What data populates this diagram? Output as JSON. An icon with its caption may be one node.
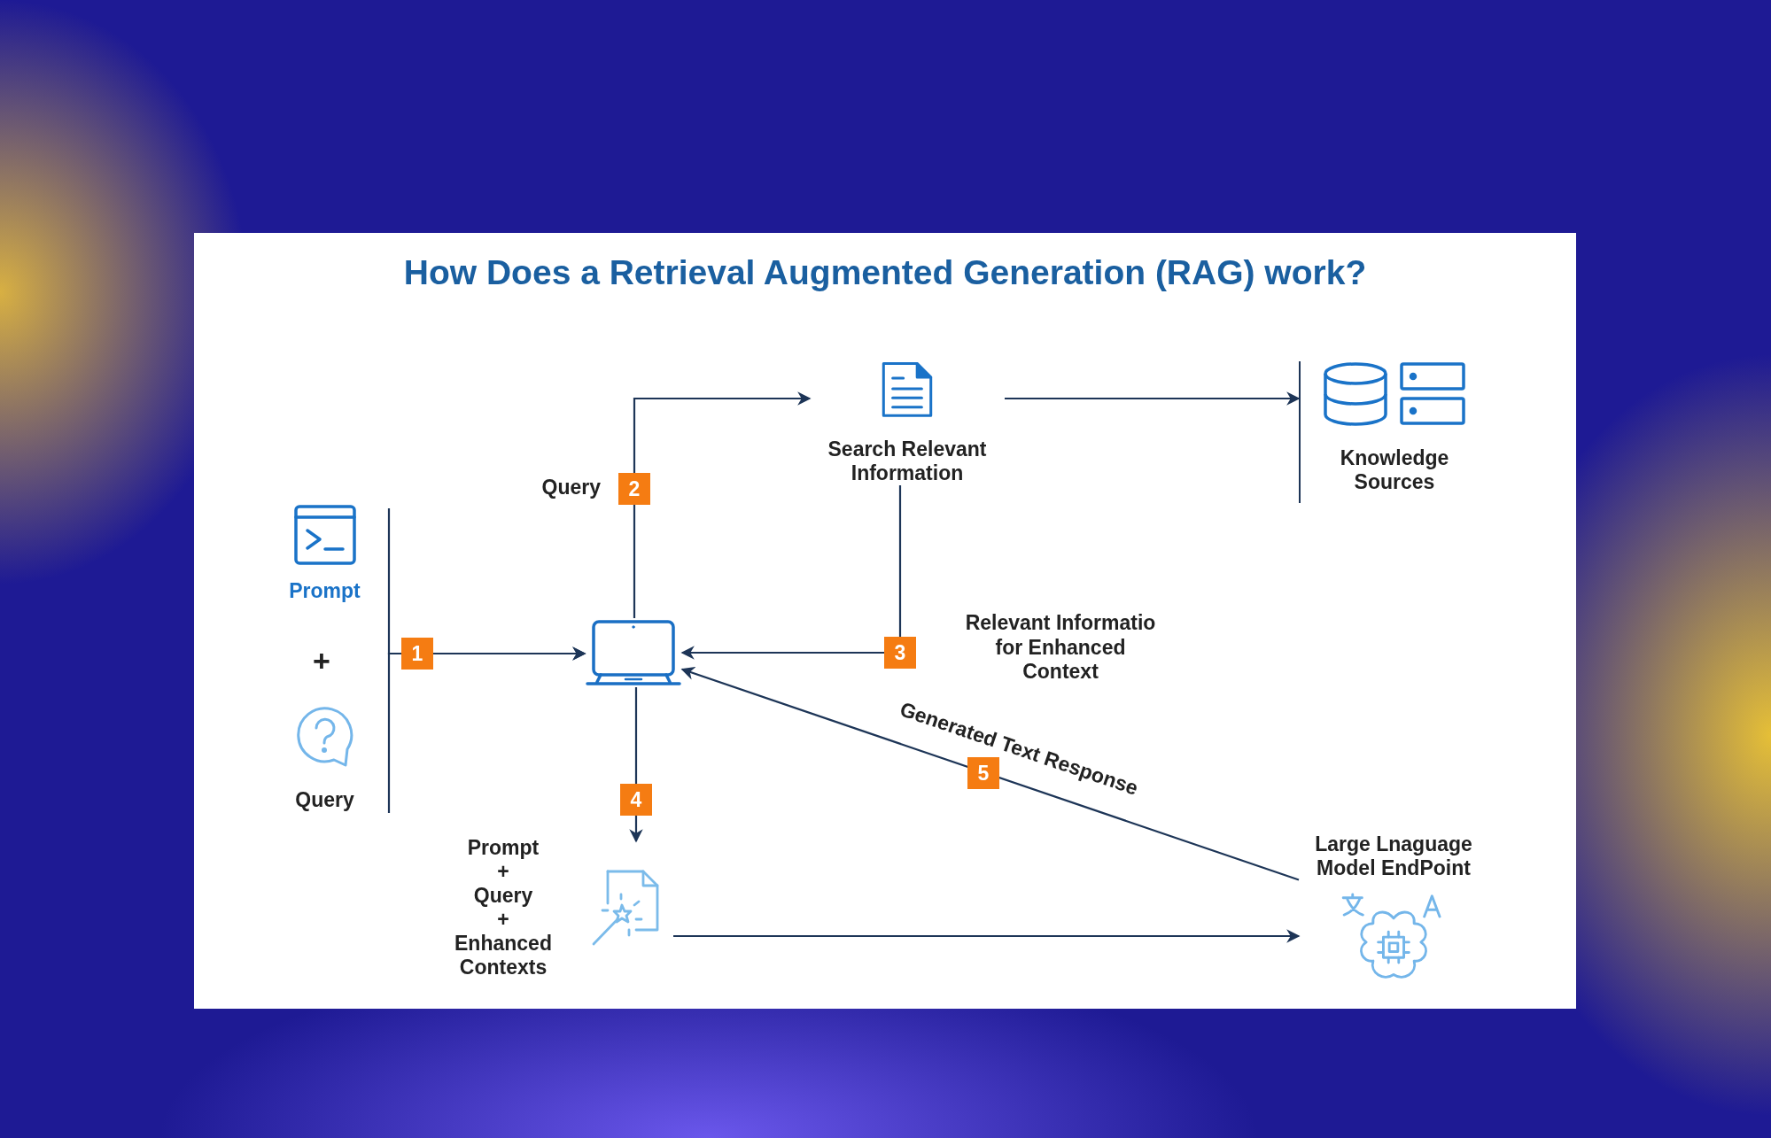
{
  "diagram": {
    "title": "How Does a Retrieval Augmented Generation (RAG) work?",
    "nodes": [
      {
        "text": [
          "Prompt"
        ]
      },
      {
        "text": [
          "Query"
        ]
      },
      {
        "text": [],
        "shape": "picture"
      },
      {
        "text": [
          "Search Relevant Information"
        ]
      },
      {
        "text": [
          "Knowledge Sources"
        ]
      },
      {
        "text": [
          "Prompt",
          "+",
          "Query",
          "+",
          "Enhanced Contexts"
        ]
      },
      {
        "text": [
          "Large Lnaguage Model EndPoint"
        ]
      }
    ],
    "edges": [
      {
        "from": 0,
        "to": 2,
        "arrow": "to",
        "label": "1"
      },
      {
        "from": 1,
        "to": 2,
        "arrow": "to"
      },
      {
        "from": 2,
        "to": 3,
        "arrow": "to",
        "label": "2"
      },
      {
        "from": 3,
        "to": 2,
        "arrow": "to",
        "label": "3"
      },
      {
        "from": 3,
        "to": 4,
        "arrow": "to"
      },
      {
        "from": 2,
        "to": 5,
        "arrow": "to",
        "label": "4"
      },
      {
        "from": 5,
        "to": 6,
        "arrow": "to"
      },
      {
        "from": 6,
        "to": 2,
        "arrow": "to",
        "label": "5"
      }
    ],
    "labels": [
      "Query",
      "+",
      "Relevant Informatio for Enhanced Context",
      "Generated Text Response"
    ]
  }
}
